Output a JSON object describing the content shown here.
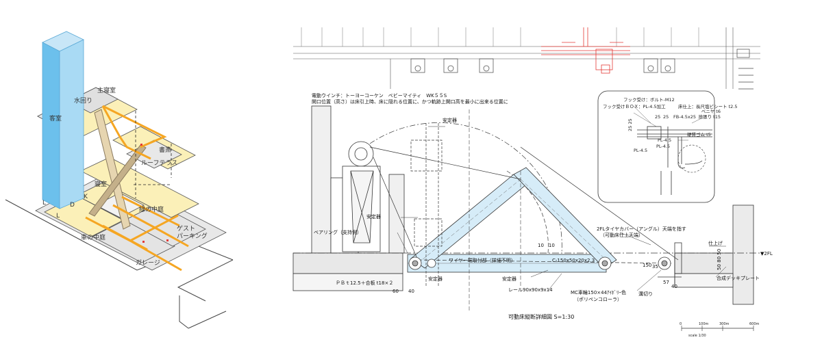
{
  "iso": {
    "rooms": {
      "shushitsu": "主寝室",
      "mizumawari": "水回り",
      "kyakushitsu": "客室",
      "shosai": "書斎",
      "roof_terrace": "ルーフテラス",
      "shinshitsu": "寝室",
      "midori": "緑の中庭",
      "guest_parking": "ゲスト\nパーキング",
      "kuruma": "車の中庭",
      "garage": "ガレージ",
      "l1": "L",
      "d": "D",
      "k": "K",
      "l2": "L"
    }
  },
  "section": {
    "winch_note_1": "電動ウインチ：トーヨーコーケン　ベビーマイティ　WK５５S",
    "winch_note_2": "開口位置（高さ）は床引上時、床に隠れる位置に、かつ軌跡上開口高を最小に出来る位置に",
    "stabilizer_1": "安定器",
    "stabilizer_2": "安定器",
    "stabilizer_3": "安定器",
    "stabilizer_4": "安定器",
    "bearing": "ベアリング（支持側）",
    "board": "ＰＢｔ12.5＋合板 t18×２",
    "dim_60": "60",
    "dim_40": "40",
    "wire_fix": "ワイヤー端取付部（詳細不明）",
    "channel": "C-150x50x20x2.3",
    "rail": "レール90x90x9x14",
    "wheel_1": "MC車輪150×44ｱｲﾎﾞﾘｰ色",
    "wheel_2": "（ポリペンコローラ）",
    "gutter": "溝切り",
    "tire_cover_1": "2FLタイヤカバー（アングル）天端を指す",
    "tire_cover_2": "（可動床仕上天端）",
    "finish": "仕上げ",
    "composite_plate": "合成デッキプレート",
    "fl_mark": "▼2FL",
    "dim_10_10": "10　10",
    "dim_150": "150",
    "dim_35": "35",
    "dim_57": "57",
    "dim_40b": "40",
    "dim_50_80": "50 80 50",
    "title": "可動床縦断詳細図 S=1:30",
    "scale_label": "scale 1/30",
    "scale_ticks": [
      "0",
      "100m",
      "300m",
      "600m"
    ]
  },
  "detail": {
    "hook_1": "フック受け：ボルト-M12",
    "hook_2": "フック受けＢＯＸ：PL-4.5加工",
    "floor_finish": "床仕上：長尺塩ビシート t2.5",
    "plywood": "ベニヤ t6",
    "batten": "捨張り t15",
    "d25a": "25",
    "d25b": "25",
    "fb": "FB-4.5x25",
    "rubber": "硬質ゴム t5",
    "d2525": "25 25",
    "pl1": "PL-4.5",
    "pl2": "PL-4.5",
    "pl3": "PL-4.5"
  },
  "colors": {
    "orange": "#f5a623",
    "blue": "#7fc8f0",
    "red": "#e53935",
    "paleblue": "#d6ecf8",
    "yellow": "#fbf0b8"
  }
}
